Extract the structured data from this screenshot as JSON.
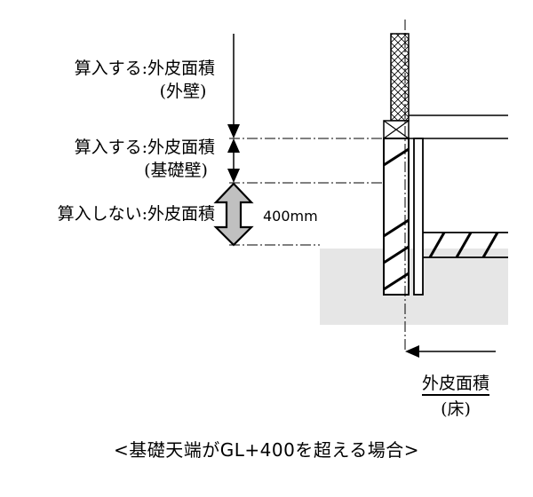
{
  "labels": {
    "include_outer_wall_line1": "算入する:外皮面積",
    "include_outer_wall_line2": "(外壁)",
    "include_foundation_wall_line1": "算入する:外皮面積",
    "include_foundation_wall_line2": "(基礎壁)",
    "exclude_label": "算入しない:外皮面積",
    "dimension": "400mm",
    "floor_area_line1": "外皮面積",
    "floor_area_line2": "(床)"
  },
  "caption": "<基礎天端がGL+400を超える場合>",
  "colors": {
    "ground": "#e6e6e6",
    "arrow_fill": "#c0c0c0",
    "line": "#000000"
  }
}
